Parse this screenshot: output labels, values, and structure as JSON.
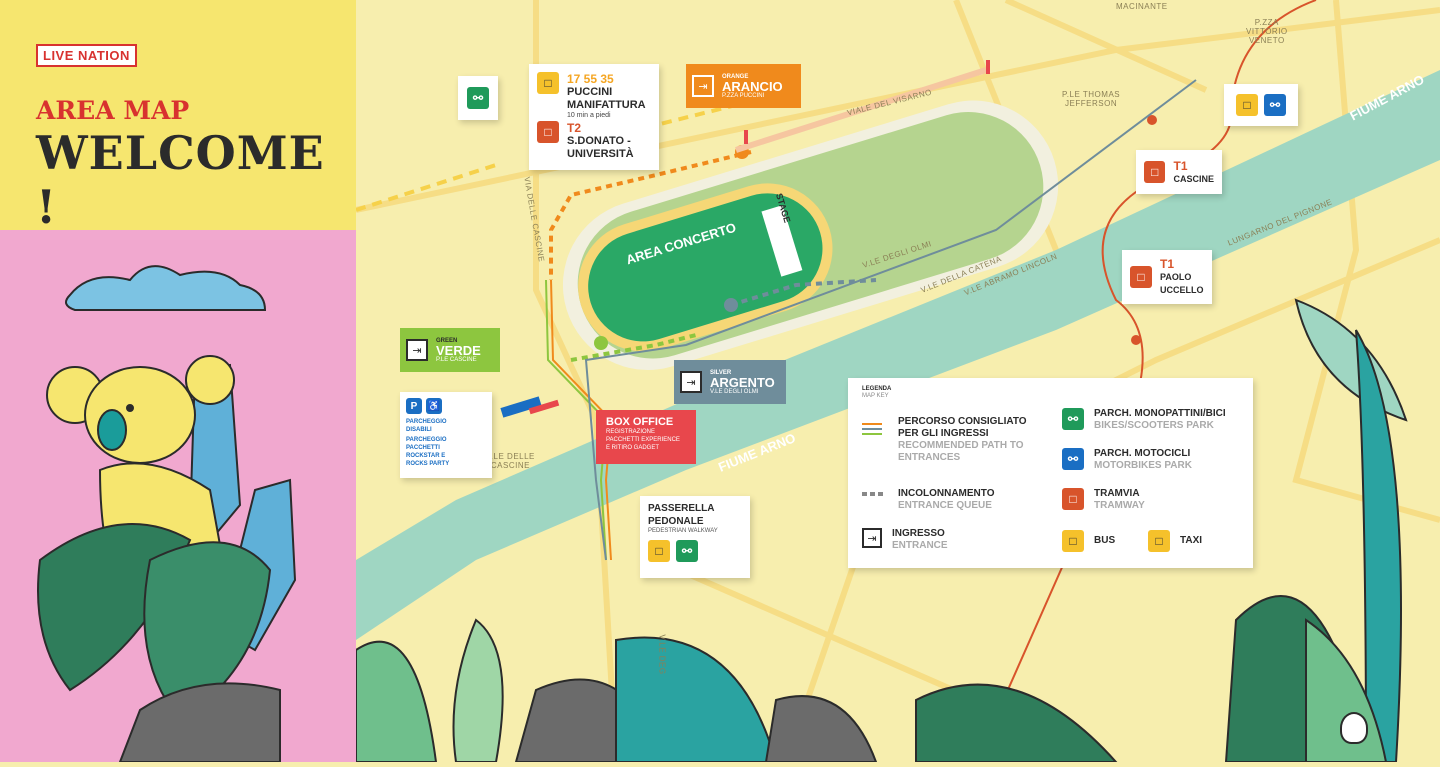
{
  "brand": {
    "logo_text": "LIVE NATION"
  },
  "header": {
    "subtitle": "AREA MAP",
    "title": "WELCOME !"
  },
  "colors": {
    "orange": "#f08a1c",
    "green_entrance": "#8dc63f",
    "silver": "#6f8d9b",
    "red": "#e8474c",
    "stadium": "#2aa866",
    "track": "#f6d776",
    "river": "#9fd6c2"
  },
  "stage": {
    "area_label": "AREA CONCERTO",
    "stage_label": "STAGE"
  },
  "bike_card": {
    "icon": "bike-icon"
  },
  "bus_card": {
    "lines": "17 55 35",
    "stop": "PUCCINI\nMANIFATTURA",
    "walk": "10 min a piedi",
    "tram_line": "T2",
    "tram_stop": "S.DONATO -\nUNIVERSITÀ"
  },
  "orange_entrance": {
    "small": "ORANGE",
    "name": "ARANCIO",
    "place": "P.ZZA PUCCINI"
  },
  "green_entrance": {
    "small": "GREEN",
    "name": "VERDE",
    "place": "P.LE CASCINE"
  },
  "silver_entrance": {
    "small": "SILVER",
    "name": "ARGENTO",
    "place": "V.LE DEGLI OLMI"
  },
  "box_office": {
    "title": "BOX OFFICE",
    "desc": "REGISTRAZIONE\nPACCHETTI EXPERIENCE\nE RITIRO GADGET"
  },
  "parking": {
    "p1": "PARCHEGGIO\nDISABILI",
    "p2": "PARCHEGGIO\nPACCHETTI\nROCKSTAR E\nROCKS PARTY"
  },
  "walkway": {
    "title": "PASSERELLA\nPEDONALE",
    "sub": "PEDESTRIAN WALKWAY"
  },
  "tram_cascine": {
    "line": "T1",
    "stop": "CASCINE"
  },
  "tram_paolo": {
    "line": "T1",
    "stop": "PAOLO\nUCCELLO"
  },
  "streets": {
    "macinante": "MACINANTE",
    "vittorio": "P.ZZA\nVITTORIO\nVENETO",
    "fiume1": "FIUME ARNO",
    "fiume2": "FIUME ARNO",
    "visarno": "VIALE DEL VISARNO",
    "jefferson": "P.LE THOMAS\nJEFFERSON",
    "cascine_via": "VIA DELLE CASCINE",
    "olmi": "V.LE DEGLI OLMI",
    "catena": "V.LE DELLA CATENA",
    "lincoln": "V.LE ABRAMO LINCOLN",
    "pignone": "LUNGARNO DEL PIGNONE",
    "ple_cascine": "P.LE DELLE\nCASCINE",
    "vle": "V.LE DEG"
  },
  "legend": {
    "title": "LEGENDA",
    "subtitle": "MAP KEY",
    "path_it": "PERCORSO CONSIGLIATO\nPER GLI INGRESSI",
    "path_en": "RECOMMENDED PATH TO\nENTRANCES",
    "queue_it": "INCOLONNAMENTO",
    "queue_en": "ENTRANCE QUEUE",
    "entrance_it": "INGRESSO",
    "entrance_en": "ENTRANCE",
    "bikes_it": "PARCH. MONOPATTINI/BICI",
    "bikes_en": "BIKES/SCOOTERS PARK",
    "moto_it": "PARCH. MOTOCICLI",
    "moto_en": "MOTORBIKES PARK",
    "tram_it": "TRAMVIA",
    "tram_en": "TRAMWAY",
    "bus": "BUS",
    "taxi": "TAXI"
  }
}
